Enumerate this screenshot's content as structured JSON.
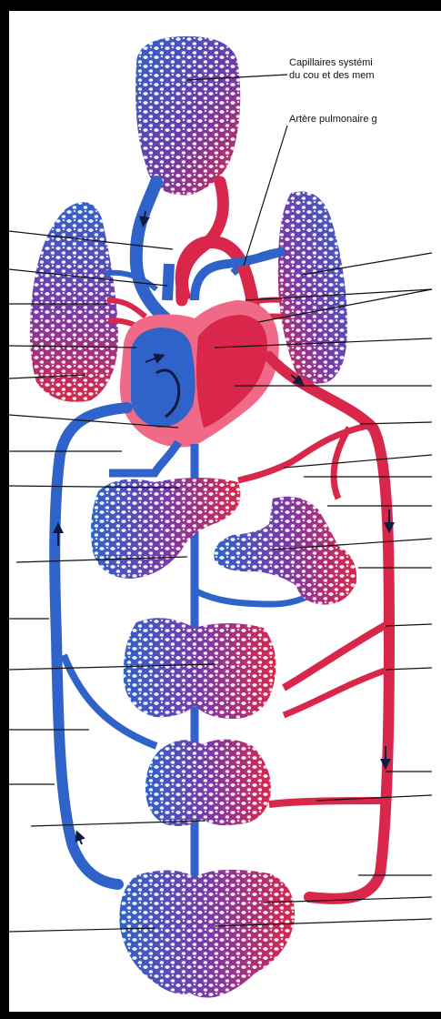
{
  "labels": {
    "capillaries_line1": "Capillaires systémi",
    "capillaries_line2": "du cou et des mem",
    "pulmonary_artery": "Artère pulmonaire g"
  },
  "colors": {
    "background": "#000000",
    "paper": "#ffffff",
    "venous_blue": "#2f63c9",
    "arterial_red": "#d8274a",
    "capillary_purple": "#7a3aa8",
    "leader_line": "#111111"
  }
}
